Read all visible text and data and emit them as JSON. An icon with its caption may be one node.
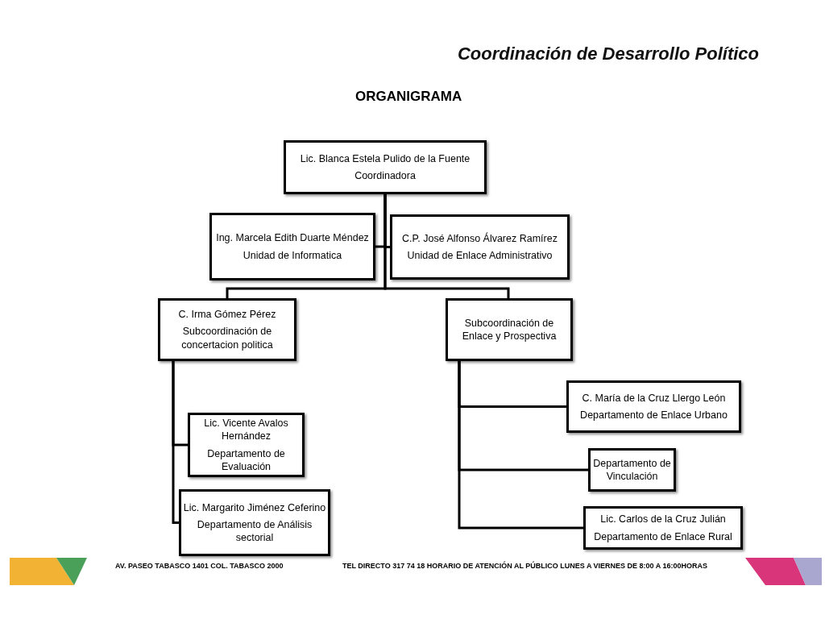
{
  "diagram": {
    "title": "Coordinación de Desarrollo Político",
    "nodes": [
      {
        "text": [
          "Lic. Blanca Estela Pulido de la Fuente",
          "Coordinadora"
        ]
      },
      {
        "text": [
          "Ing. Marcela Edith Duarte Méndez",
          "Unidad de Informatica"
        ]
      },
      {
        "text": [
          "C.P.  José Alfonso Álvarez Ramírez",
          "Unidad de Enlace Administrativo"
        ]
      },
      {
        "text": [
          "C. Irma Gómez Pérez",
          "Subcoordinación  de concertacion politica"
        ]
      },
      {
        "text": [
          "Subcoordinación de Enlace y Prospectiva"
        ]
      },
      {
        "text": [
          "Lic. Vicente Avalos Hernández",
          "Departamento de Evaluación"
        ]
      },
      {
        "text": [
          "Lic. Margarito Jiménez Ceferino",
          "Departamento de Análisis sectorial"
        ]
      },
      {
        "text": [
          "C. María de la Cruz Llergo León",
          "Departamento de Enlace Urbano"
        ]
      },
      {
        "text": [
          "Departamento de Vinculación"
        ]
      },
      {
        "text": [
          "Lic. Carlos de la Cruz Julián",
          "Departamento de Enlace Rural"
        ]
      }
    ],
    "edges": [
      {
        "from": 0,
        "to": 1,
        "arrow": "none"
      },
      {
        "from": 0,
        "to": 2,
        "arrow": "none"
      },
      {
        "from": 0,
        "to": 3,
        "arrow": "none"
      },
      {
        "from": 0,
        "to": 4,
        "arrow": "none"
      },
      {
        "from": 3,
        "to": 5,
        "arrow": "none"
      },
      {
        "from": 3,
        "to": 6,
        "arrow": "none"
      },
      {
        "from": 4,
        "to": 7,
        "arrow": "none"
      },
      {
        "from": 4,
        "to": 8,
        "arrow": "none"
      },
      {
        "from": 4,
        "to": 9,
        "arrow": "none"
      }
    ],
    "labels": [
      "ORGANIGRAMA",
      "AV. PASEO TABASCO  1401 COL. TABASCO  2000",
      "TEL DIRECTO 317 74 18    HORARIO DE ATENCIÓN AL PÚBLICO LUNES A VIERNES DE 8:00 A 16:00HORAS"
    ]
  }
}
